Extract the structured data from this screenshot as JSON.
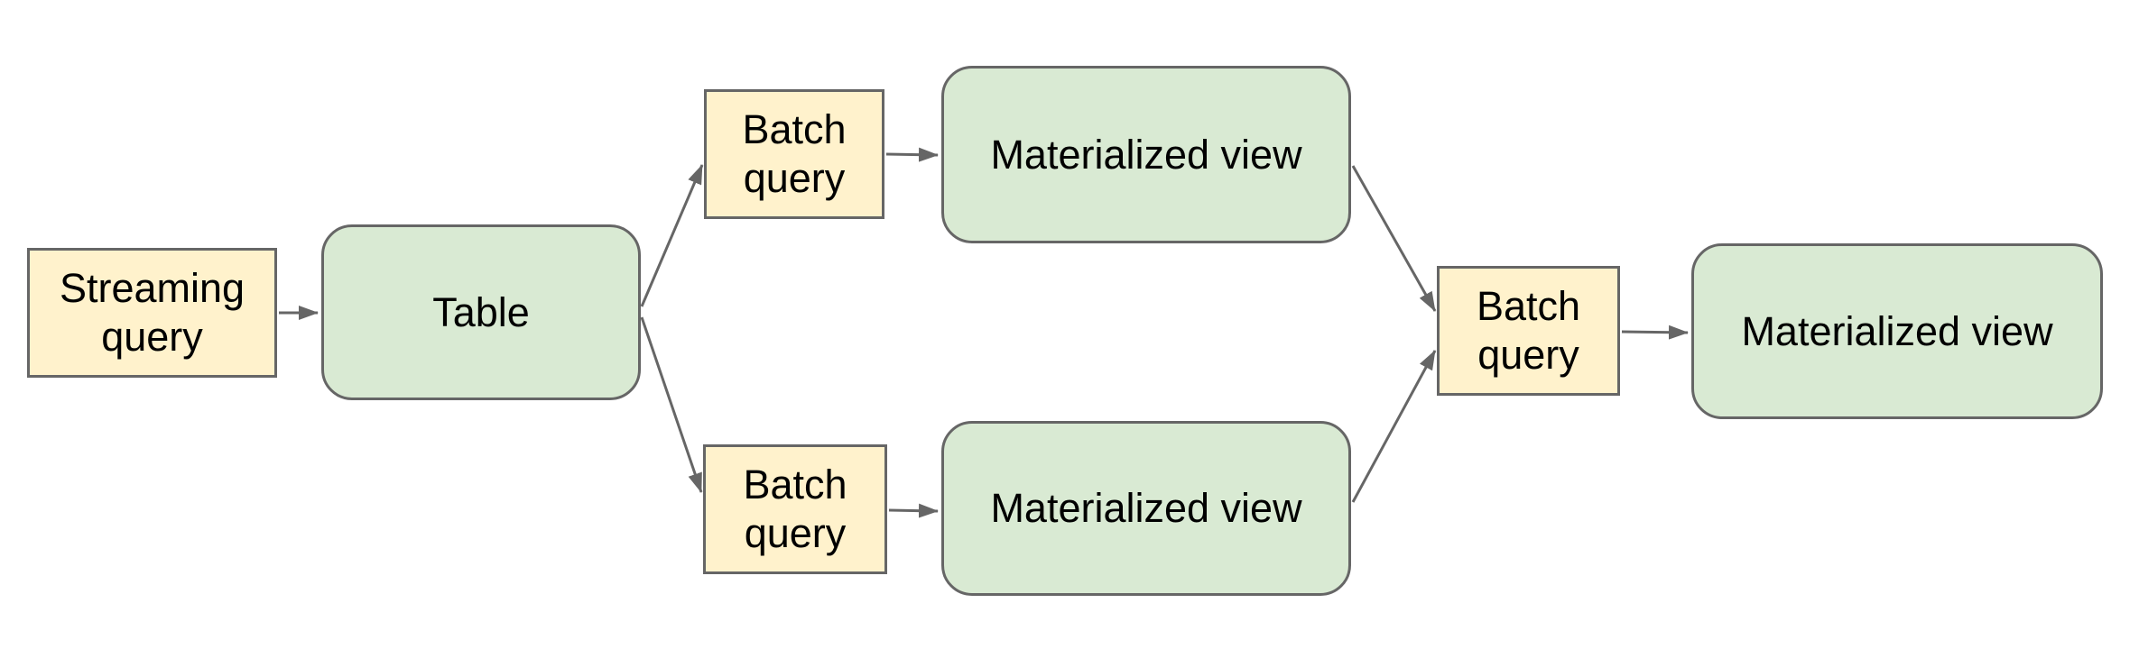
{
  "diagram": {
    "nodes": {
      "streaming_query": {
        "label": "Streaming query",
        "kind": "query"
      },
      "table": {
        "label": "Table",
        "kind": "table"
      },
      "batch_query_top": {
        "label": "Batch query",
        "kind": "query"
      },
      "materialized_view_top": {
        "label": "Materialized view",
        "kind": "view"
      },
      "batch_query_bottom": {
        "label": "Batch query",
        "kind": "query"
      },
      "materialized_view_bottom": {
        "label": "Materialized view",
        "kind": "view"
      },
      "batch_query_join": {
        "label": "Batch query",
        "kind": "query"
      },
      "materialized_view_final": {
        "label": "Materialized view",
        "kind": "view"
      }
    },
    "edges": [
      {
        "from": "streaming_query",
        "to": "table"
      },
      {
        "from": "table",
        "to": "batch_query_top"
      },
      {
        "from": "table",
        "to": "batch_query_bottom"
      },
      {
        "from": "batch_query_top",
        "to": "materialized_view_top"
      },
      {
        "from": "batch_query_bottom",
        "to": "materialized_view_bottom"
      },
      {
        "from": "materialized_view_top",
        "to": "batch_query_join"
      },
      {
        "from": "materialized_view_bottom",
        "to": "batch_query_join"
      },
      {
        "from": "batch_query_join",
        "to": "materialized_view_final"
      }
    ],
    "colors": {
      "background": "#ffffff",
      "query_fill": "#fff2cc",
      "view_fill": "#d9ead3",
      "shape_border": "#666666",
      "connector": "#666666",
      "text": "#000000"
    }
  }
}
